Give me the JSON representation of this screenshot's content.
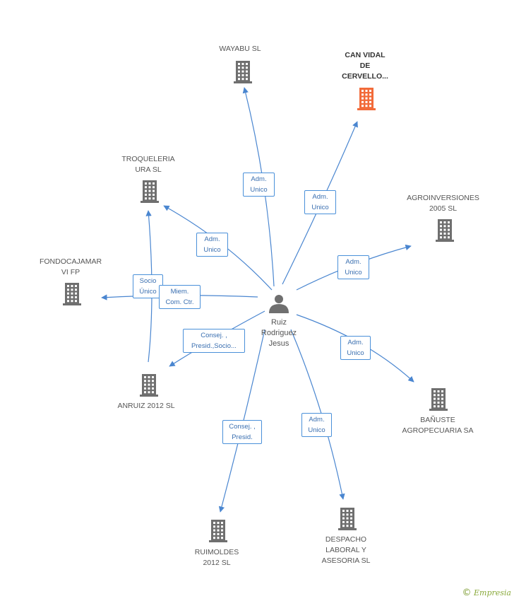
{
  "center": {
    "name": "Ruiz\nRodriguez\nJesus",
    "icon": "person-icon"
  },
  "colors": {
    "edge": "#4a86d0",
    "building": "#6f6f6f",
    "highlight": "#f26b3a"
  },
  "companies": [
    {
      "id": "wayabu",
      "name": "WAYABU SL",
      "icon": "building-icon",
      "highlight": false
    },
    {
      "id": "can-vidal",
      "name": "CAN VIDAL\nDE\nCERVELLO...",
      "icon": "building-icon",
      "highlight": true
    },
    {
      "id": "troqueleria",
      "name": "TROQUELERIA\nURA SL",
      "icon": "building-icon",
      "highlight": false
    },
    {
      "id": "agroinversiones",
      "name": "AGROINVERSIONES\n2005 SL",
      "icon": "building-icon",
      "highlight": false
    },
    {
      "id": "fondocajamar",
      "name": "FONDOCAJAMAR\nVI FP",
      "icon": "building-icon",
      "highlight": false
    },
    {
      "id": "anruiz",
      "name": "ANRUIZ 2012 SL",
      "icon": "building-icon",
      "highlight": false
    },
    {
      "id": "banuste",
      "name": "BAÑUSTE\nAGROPECUARIA SA",
      "icon": "building-icon",
      "highlight": false
    },
    {
      "id": "ruimoldes",
      "name": "RUIMOLDES\n2012 SL",
      "icon": "building-icon",
      "highlight": false
    },
    {
      "id": "despacho",
      "name": "DESPACHO\nLABORAL Y\nASESORIA SL",
      "icon": "building-icon",
      "highlight": false
    }
  ],
  "roles": [
    {
      "id": "wayabu",
      "text": "Adm.\nUnico"
    },
    {
      "id": "can-vidal",
      "text": "Adm.\nUnico"
    },
    {
      "id": "troqueleria",
      "text": "Adm.\nUnico"
    },
    {
      "id": "agroinversiones",
      "text": "Adm.\nUnico"
    },
    {
      "id": "fondocajamar-socio",
      "text": "Socio\nÚnico"
    },
    {
      "id": "fondocajamar-miem",
      "text": "Miem.\nCom. Ctr."
    },
    {
      "id": "anruiz",
      "text": "Consej. ,\nPresid.,Socio..."
    },
    {
      "id": "banuste",
      "text": "Adm.\nUnico"
    },
    {
      "id": "ruimoldes",
      "text": "Consej. ,\nPresid."
    },
    {
      "id": "despacho",
      "text": "Adm.\nUnico"
    }
  ],
  "brand": {
    "copyright": "©",
    "name": "Empresia"
  }
}
